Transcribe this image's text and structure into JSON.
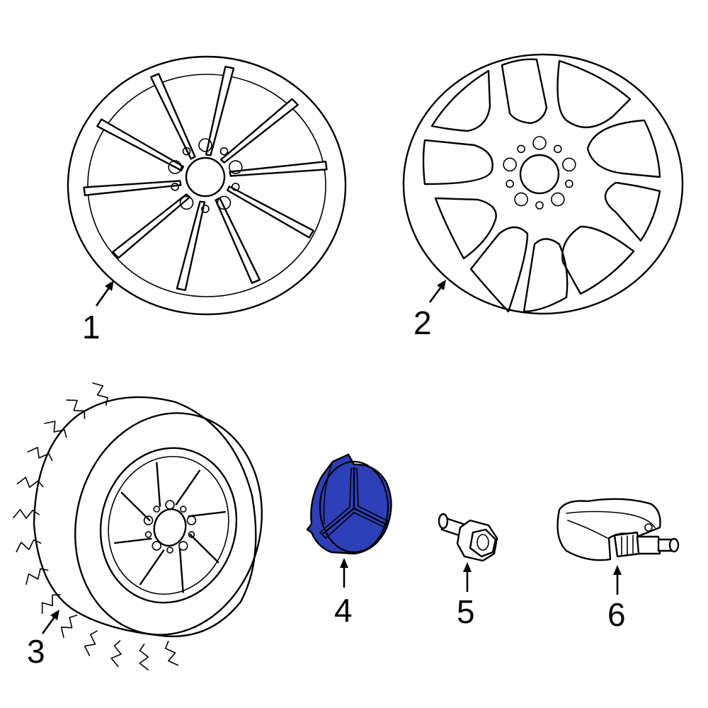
{
  "diagram": {
    "accent_color": "#2d40b8",
    "parts": [
      {
        "id": "1",
        "label": "1",
        "name": "wheel-ten-spoke"
      },
      {
        "id": "2",
        "label": "2",
        "name": "wheel-five-double-spoke"
      },
      {
        "id": "3",
        "label": "3",
        "name": "tire-and-wheel-assembly"
      },
      {
        "id": "4",
        "label": "4",
        "name": "center-cap",
        "highlighted": true
      },
      {
        "id": "5",
        "label": "5",
        "name": "lug-bolt"
      },
      {
        "id": "6",
        "label": "6",
        "name": "tpms-sensor"
      }
    ]
  }
}
